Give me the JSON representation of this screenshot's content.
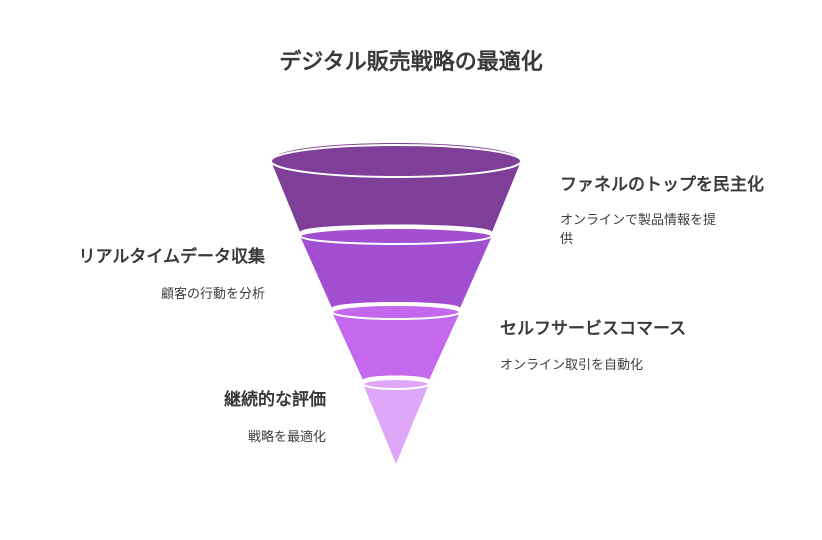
{
  "title": "デジタル販売戦略の最適化",
  "stages": [
    {
      "heading": "ファネルのトップを民主化",
      "description_line1": "オンラインで製品情報を提",
      "description_line2": "供",
      "color": "#7f3f98"
    },
    {
      "heading": "リアルタイムデータ収集",
      "description": "顧客の行動を分析",
      "color": "#a14fd0"
    },
    {
      "heading": "セルフサービスコマース",
      "description": "オンライン取引を自動化",
      "color": "#c468ee"
    },
    {
      "heading": "継続的な評価",
      "description": "戦略を最適化",
      "color": "#e0a6f7"
    }
  ]
}
